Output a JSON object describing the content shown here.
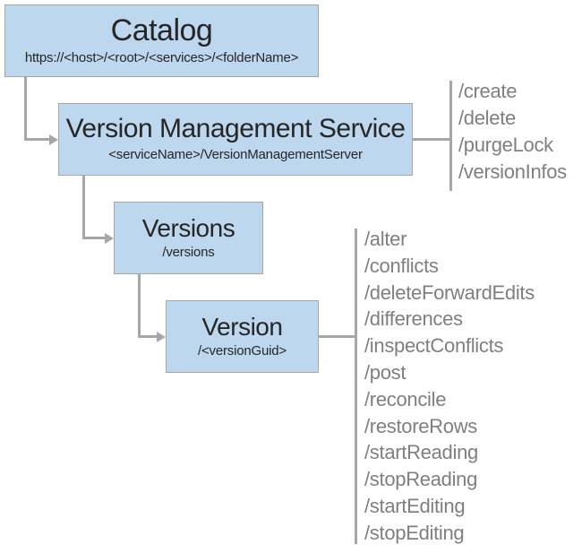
{
  "nodes": {
    "catalog": {
      "title": "Catalog",
      "path": "https://<host>/<root>/<services>/<folderName>"
    },
    "service": {
      "title": "Version Management Service",
      "path": "<serviceName>/VersionManagementServer"
    },
    "versions": {
      "title": "Versions",
      "path": "/versions"
    },
    "version": {
      "title": "Version",
      "path": "/<versionGuid>"
    }
  },
  "service_operations": [
    "/create",
    "/delete",
    "/purgeLock",
    "/versionInfos"
  ],
  "version_operations": [
    "/alter",
    "/conflicts",
    "/deleteForwardEdits",
    "/differences",
    "/inspectConflicts",
    "/post",
    "/reconcile",
    "/restoreRows",
    "/startReading",
    "/stopReading",
    "/startEditing",
    "/stopEditing"
  ],
  "colors": {
    "node_fill": "#bdd7ee",
    "node_border": "#a6a6a6",
    "connector": "#a6a6a6",
    "operation_text": "#7f7f7f",
    "node_text": "#262626"
  }
}
